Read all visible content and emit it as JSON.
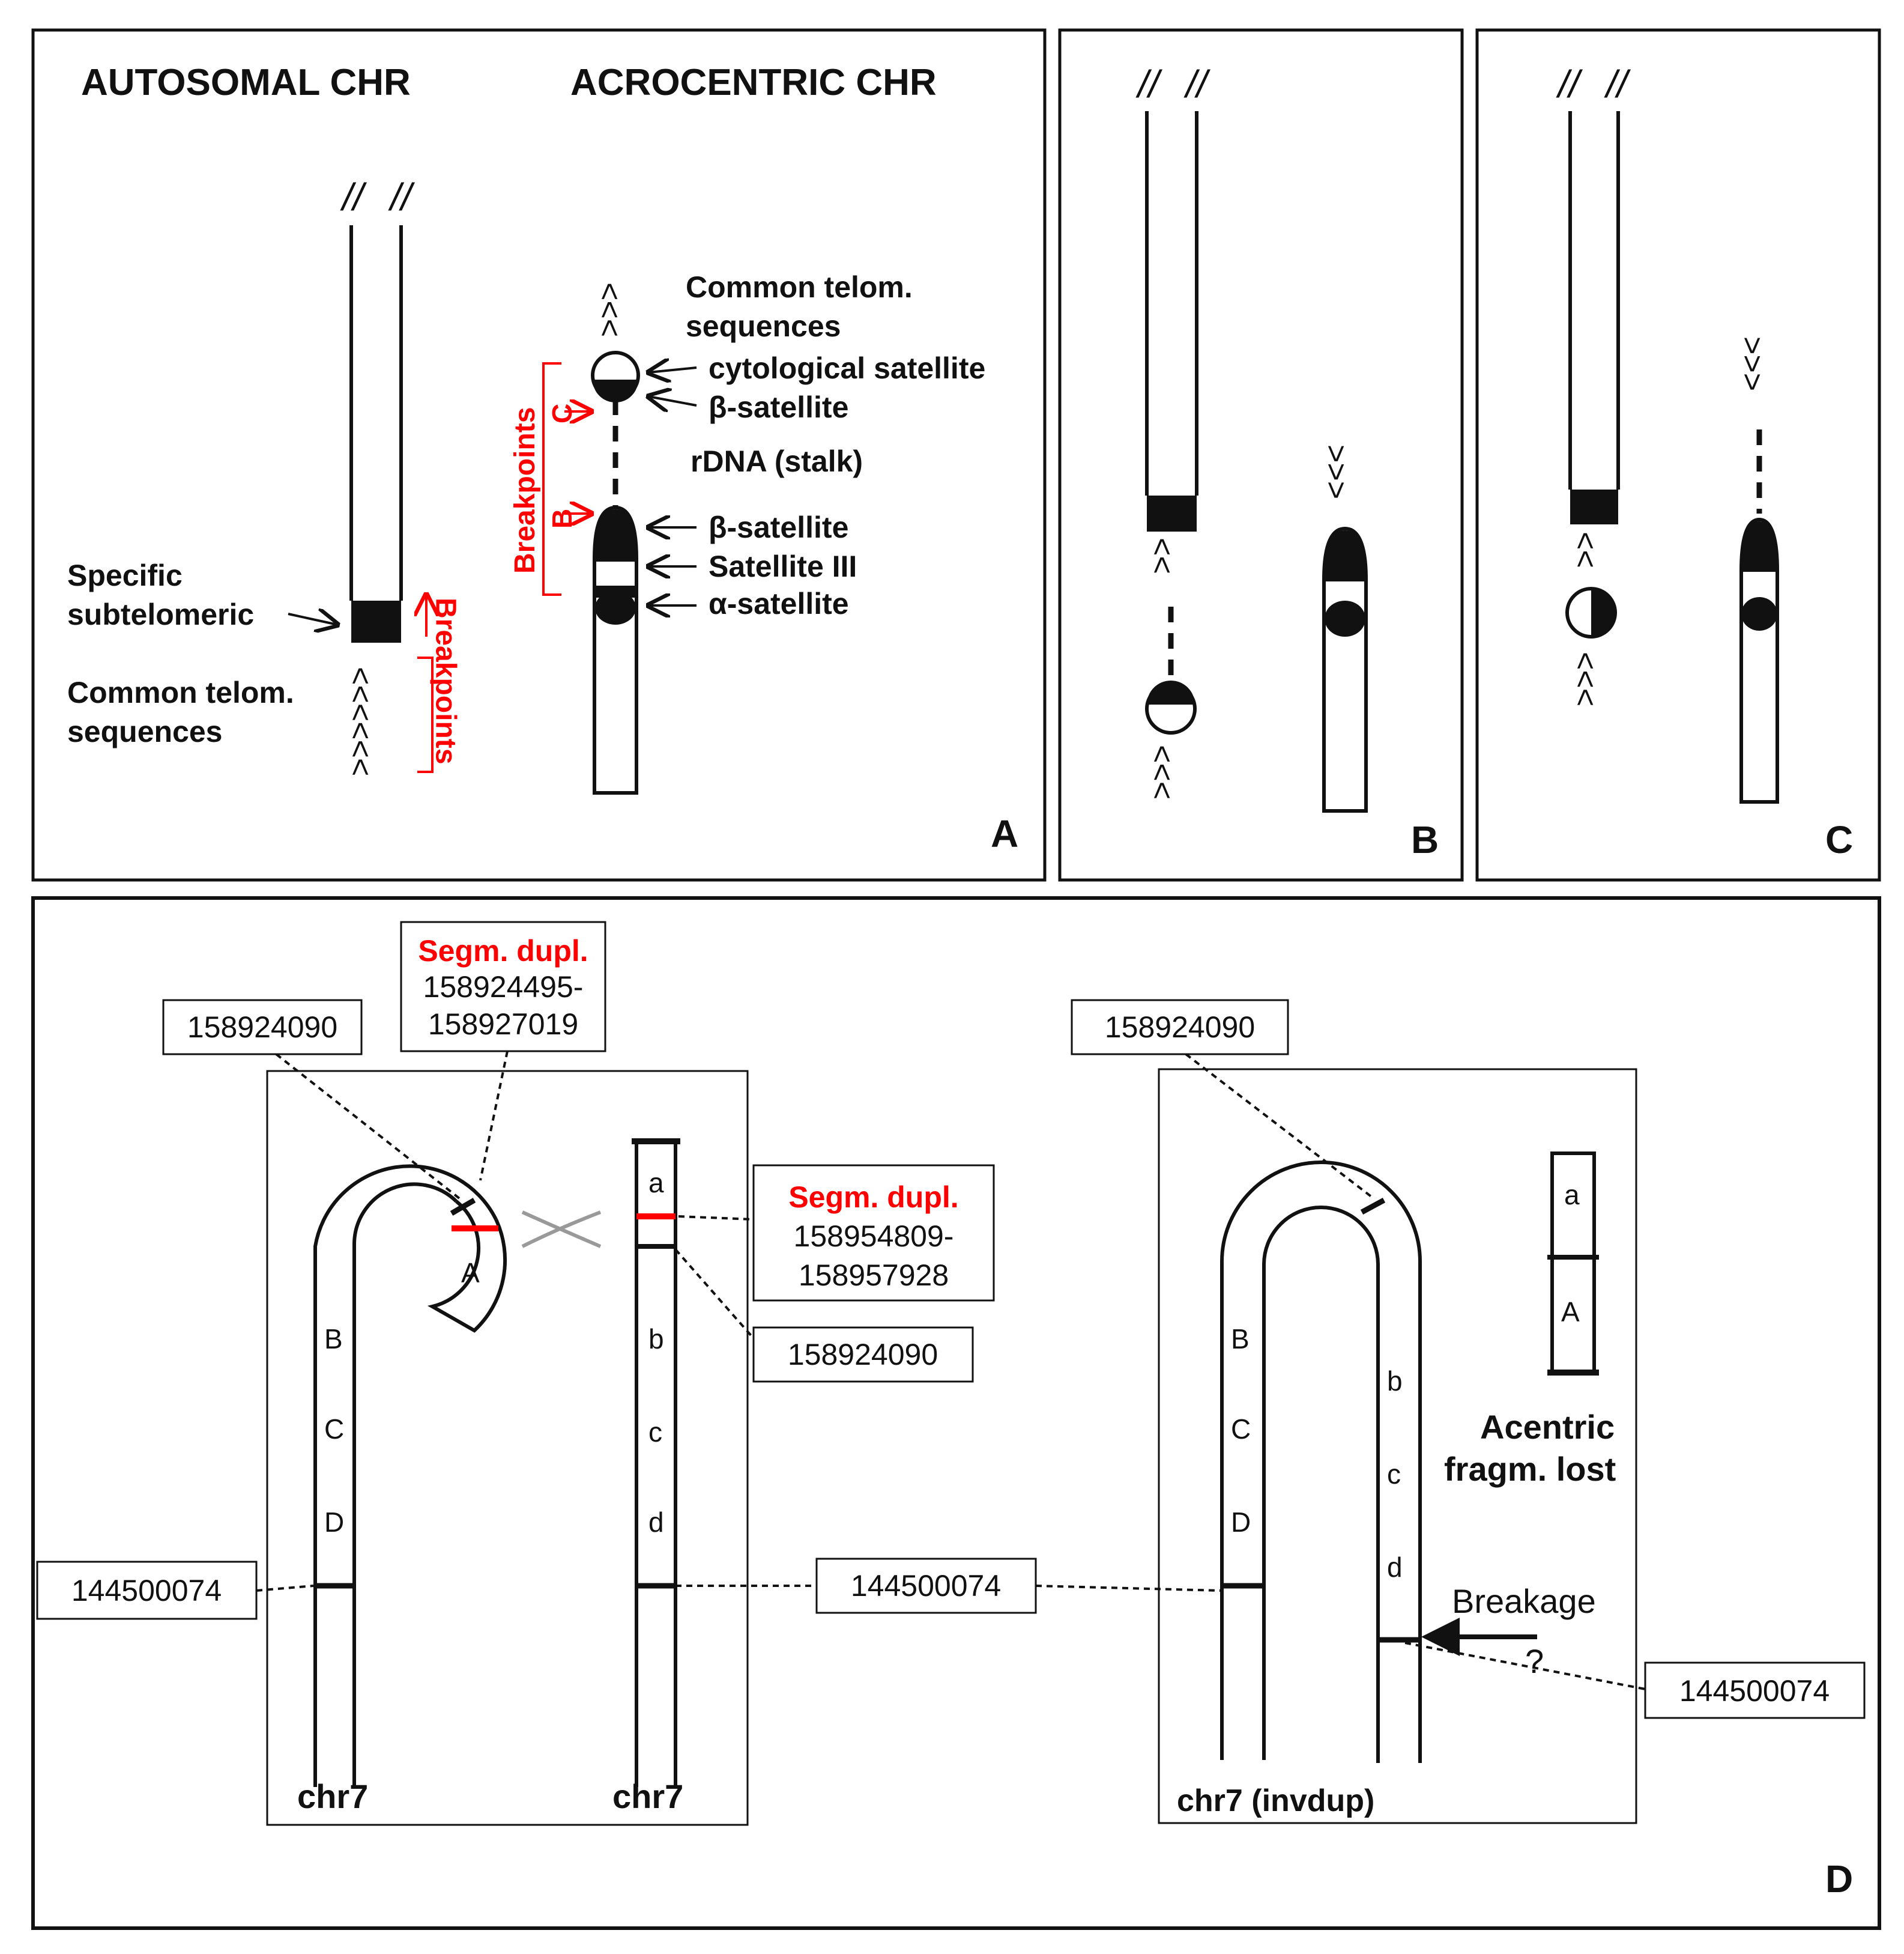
{
  "panel_a": {
    "heading_autosomal": "AUTOSOMAL CHR",
    "heading_acrocentric": "ACROCENTRIC CHR",
    "break_mark": "//",
    "specific_subtelomeric": [
      "Specific",
      "subtelomeric"
    ],
    "common_telom_left": [
      "Common telom.",
      "sequences"
    ],
    "breakpoints_label": "Breakpoints",
    "common_telom_right": [
      "Common telom.",
      "sequences"
    ],
    "cytological_satellite": "cytological satellite",
    "beta_satellite_top": "β-satellite",
    "rdna_stalk": "rDNA (stalk)",
    "beta_satellite_lower": "β-satellite",
    "satellite_iii": "Satellite III",
    "alpha_satellite": "α-satellite",
    "breakpoints_vertical": "Breakpoints",
    "bp_c": "C",
    "bp_b": "B",
    "letter": "A"
  },
  "panel_b": {
    "letter": "B"
  },
  "panel_c": {
    "letter": "C"
  },
  "panel_d": {
    "letter": "D",
    "segm_dupl_label": "Segm. dupl.",
    "segm_dupl_1_start": "158924495-",
    "segm_dupl_1_end": "158927019",
    "segm_dupl_2_start": "158954809-",
    "segm_dupl_2_end": "158957928",
    "pos_158924090_left": "158924090",
    "pos_158924090_mid": "158924090",
    "pos_158924090_right": "158924090",
    "pos_144500074_left": "144500074",
    "pos_144500074_mid": "144500074",
    "pos_144500074_right": "144500074",
    "seg_upper": [
      "A",
      "B",
      "C",
      "D"
    ],
    "seg_lower": [
      "a",
      "b",
      "c",
      "d"
    ],
    "chr_left": "chr7",
    "chr_mid": "chr7",
    "chr_invdup": "chr7 (invdup)",
    "acentric": [
      "Acentric",
      "fragm. lost"
    ],
    "breakage": "Breakage",
    "question": "?"
  },
  "colors": {
    "accent_red": "#ff0000",
    "line": "#111111"
  }
}
